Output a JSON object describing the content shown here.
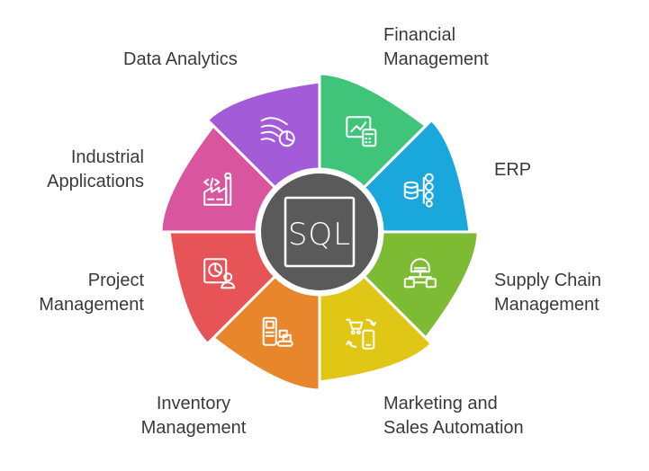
{
  "center": {
    "text": "SQL",
    "icon": "sql-box-icon",
    "color": "#5a5a5a"
  },
  "segments": [
    {
      "id": "financial-management",
      "lines": [
        "Financial",
        "Management"
      ],
      "color": "#3fc47a",
      "icon": "finance-chart-calculator-icon"
    },
    {
      "id": "erp",
      "lines": [
        "ERP"
      ],
      "color": "#1aa7dc",
      "icon": "database-tree-icon"
    },
    {
      "id": "supply-chain-management",
      "lines": [
        "Supply Chain",
        "Management"
      ],
      "color": "#7dbb35",
      "icon": "warehouse-network-icon"
    },
    {
      "id": "marketing-and-sales-automation",
      "lines": [
        "Marketing and",
        "Sales Automation"
      ],
      "color": "#e1c715",
      "icon": "cart-phone-exchange-icon"
    },
    {
      "id": "inventory-management",
      "lines": [
        "Inventory",
        "Management"
      ],
      "color": "#e7862b",
      "icon": "kiosk-conveyor-icon"
    },
    {
      "id": "project-management",
      "lines": [
        "Project",
        "Management"
      ],
      "color": "#e75458",
      "icon": "project-chart-person-icon"
    },
    {
      "id": "industrial-applications",
      "lines": [
        "Industrial",
        "Applications"
      ],
      "color": "#d9569f",
      "icon": "factory-code-icon"
    },
    {
      "id": "data-analytics",
      "lines": [
        "Data Analytics"
      ],
      "color": "#a35bd8",
      "icon": "data-stream-chart-icon"
    }
  ]
}
